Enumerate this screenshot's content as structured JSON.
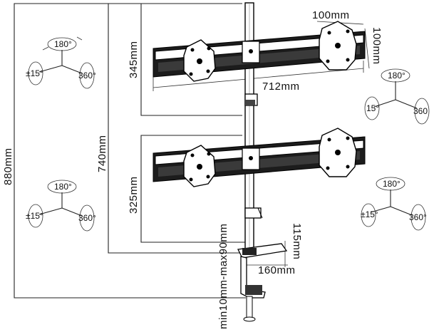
{
  "dimensions": {
    "total_height": "880mm",
    "pole_to_bottom_arm": "740mm",
    "upper_arm_span": "345mm",
    "lower_arm_span": "325mm",
    "arm_width": "712mm",
    "vesa_horizontal": "100mm",
    "vesa_vertical": "100mm",
    "clamp_height": "115mm",
    "clamp_depth": "160mm",
    "desk_thickness": "min10mm-max90mm"
  },
  "rotation_labels": {
    "rotate": "180°",
    "tilt": "±15°",
    "swivel": "360°"
  },
  "rotation_label_alt": {
    "tilt": "15°",
    "swivel": "360"
  }
}
